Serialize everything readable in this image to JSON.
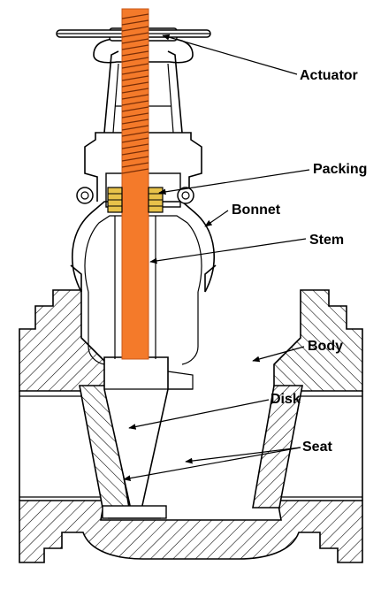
{
  "labels": {
    "actuator": "Actuator",
    "packing": "Packing",
    "bonnet": "Bonnet",
    "stem": "Stem",
    "body": "Body",
    "disk": "Disk",
    "seat": "Seat"
  },
  "colors": {
    "stem": "#F47A2A",
    "stem_edge": "#C9581A",
    "packing": "#E7C24A",
    "line": "#000000",
    "hatch": "#000000",
    "background": "#FFFFFF"
  }
}
